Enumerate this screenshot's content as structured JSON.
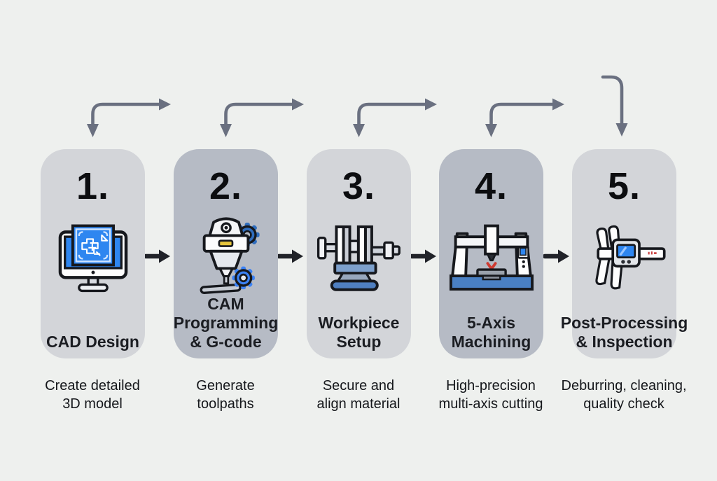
{
  "diagram": {
    "background_color": "#eef0ee",
    "connector_arrow_color": "#6a7080",
    "flow_arrow_color": "#212329",
    "accent_blue": "#2e86f0",
    "steps": [
      {
        "number": "1.",
        "title": "CAD Design",
        "description": "Create detailed\n3D model",
        "icon": "cad-monitor-icon",
        "card_color": "#d3d5d9"
      },
      {
        "number": "2.",
        "title": "CAM\nProgramming\n& G-code",
        "description": "Generate\ntoolpaths",
        "icon": "cam-spindle-icon",
        "card_color": "#b6bbc5"
      },
      {
        "number": "3.",
        "title": "Workpiece\nSetup",
        "description": "Secure and\nalign material",
        "icon": "vise-icon",
        "card_color": "#d3d5d9"
      },
      {
        "number": "4.",
        "title": "5-Axis\nMachining",
        "description": "High-precision\nmulti-axis cutting",
        "icon": "cnc-machine-icon",
        "card_color": "#b6bbc5"
      },
      {
        "number": "5.",
        "title": "Post-Processing\n& Inspection",
        "description": "Deburring, cleaning,\nquality check",
        "icon": "caliper-icon",
        "card_color": "#d3d5d9"
      }
    ]
  }
}
